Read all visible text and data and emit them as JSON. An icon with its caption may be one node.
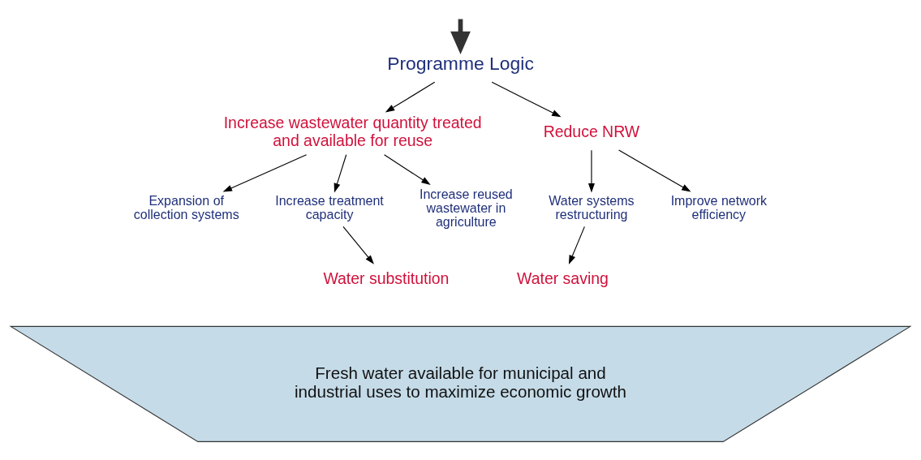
{
  "diagram": {
    "nodes": [
      {
        "text": [
          "Programme Logic"
        ]
      },
      {
        "text": [
          "Increase wastewater quantity treated and available for reuse"
        ]
      },
      {
        "text": [
          "Reduce NRW"
        ]
      },
      {
        "text": [
          "Expansion of collection systems"
        ]
      },
      {
        "text": [
          "Increase treatment capacity"
        ]
      },
      {
        "text": [
          "Increase reused wastewater in agriculture"
        ]
      },
      {
        "text": [
          "Water systems restructuring"
        ]
      },
      {
        "text": [
          "Improve network efficiency"
        ]
      },
      {
        "text": [
          "Water substitution"
        ]
      },
      {
        "text": [
          "Water saving"
        ]
      },
      {
        "text": [
          "Fresh water available for municipal and industrial uses to maximize economic growth"
        ]
      }
    ],
    "edges": [
      {
        "from": null,
        "to": 0,
        "arrow": "to",
        "style": "thick"
      },
      {
        "from": 0,
        "to": 1,
        "arrow": "to"
      },
      {
        "from": 0,
        "to": 2,
        "arrow": "to"
      },
      {
        "from": 1,
        "to": 3,
        "arrow": "to"
      },
      {
        "from": 1,
        "to": 4,
        "arrow": "to"
      },
      {
        "from": 1,
        "to": 5,
        "arrow": "to"
      },
      {
        "from": 2,
        "to": 6,
        "arrow": "to"
      },
      {
        "from": 2,
        "to": 7,
        "arrow": "to"
      },
      {
        "from": 4,
        "to": 8,
        "arrow": "to"
      },
      {
        "from": 6,
        "to": 9,
        "arrow": "to"
      }
    ]
  }
}
